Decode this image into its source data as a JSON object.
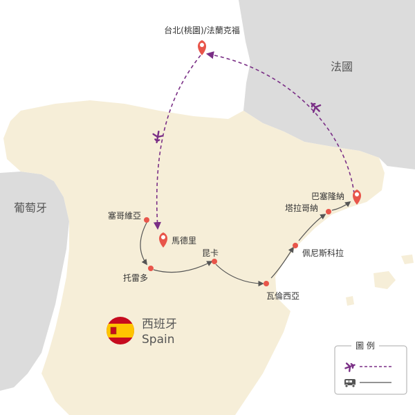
{
  "map": {
    "colors": {
      "sea": "#ffffff",
      "land_spain": "#f6eed8",
      "land_other": "#dcdcdc",
      "border": "#ffffff",
      "flight": "#7a2f86",
      "bus": "#555555",
      "pin": "#e8554a",
      "dot": "#e8554a"
    },
    "regions": {
      "portugal": "葡萄牙",
      "france": "法國",
      "spain_cn": "西班牙",
      "spain_en": "Spain"
    },
    "cities": {
      "origin": "台北(桃園)/法蘭克福",
      "madrid": "馬德里",
      "segovia": "塞哥維亞",
      "toledo": "托雷多",
      "cuenca": "昆卡",
      "valencia": "瓦倫西亞",
      "peniscola": "佩尼斯科拉",
      "tarragona": "塔拉哥納",
      "barcelona": "巴塞隆納"
    },
    "legend": {
      "title": "圖 例",
      "flight_icon": "airplane-icon",
      "bus_icon": "bus-icon",
      "flight_line": "dashed",
      "bus_line": "solid"
    }
  }
}
